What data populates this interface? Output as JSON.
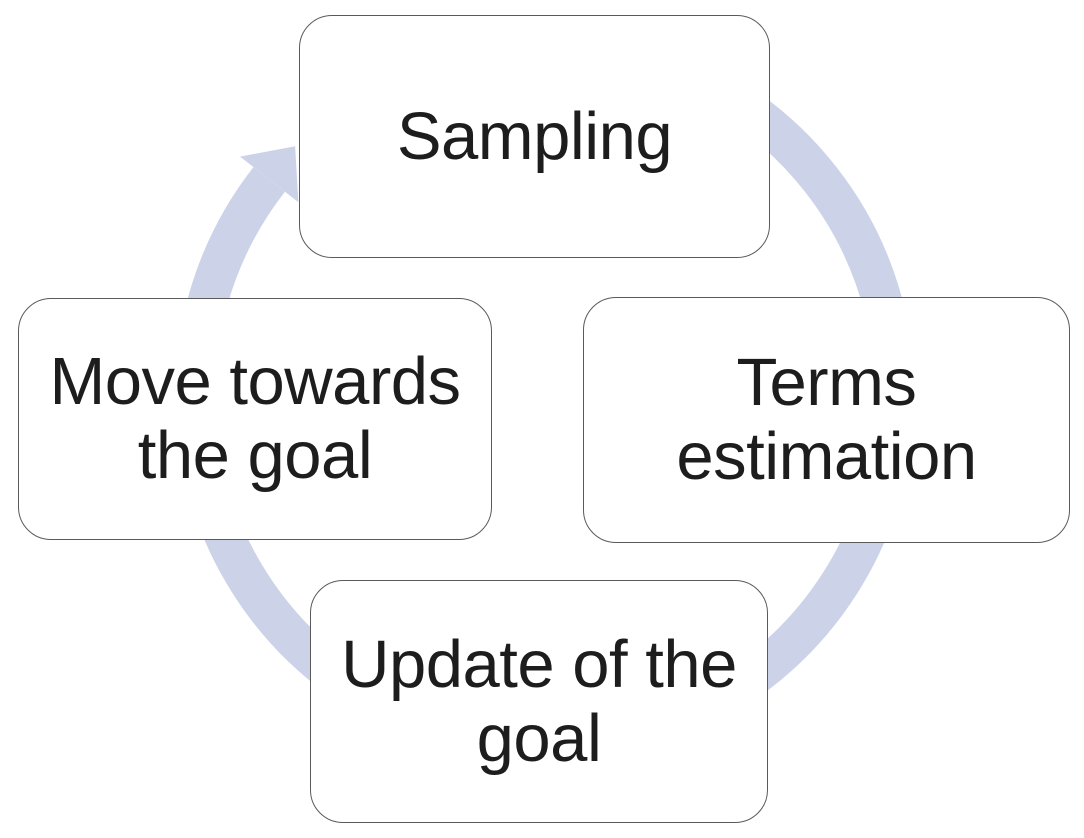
{
  "diagram": {
    "type": "cycle",
    "direction": "clockwise",
    "steps": [
      {
        "id": "sampling",
        "position": "top",
        "label": "Sampling"
      },
      {
        "id": "terms-estimation",
        "position": "right",
        "label": "Terms\nestimation"
      },
      {
        "id": "update-of-the-goal",
        "position": "bottom",
        "label": "Update of the\ngoal"
      },
      {
        "id": "move-towards-the-goal",
        "position": "left",
        "label": "Move towards\nthe goal"
      }
    ],
    "arrow": {
      "shape": "circular-arrow",
      "direction": "clockwise",
      "arrowhead_position": "top-left"
    }
  },
  "colors": {
    "background": "#ffffff",
    "arrow": "#ccd3e9",
    "box_background": "#ffffff",
    "box_border": "#5a5a5a",
    "text": "#1d1d1d"
  }
}
